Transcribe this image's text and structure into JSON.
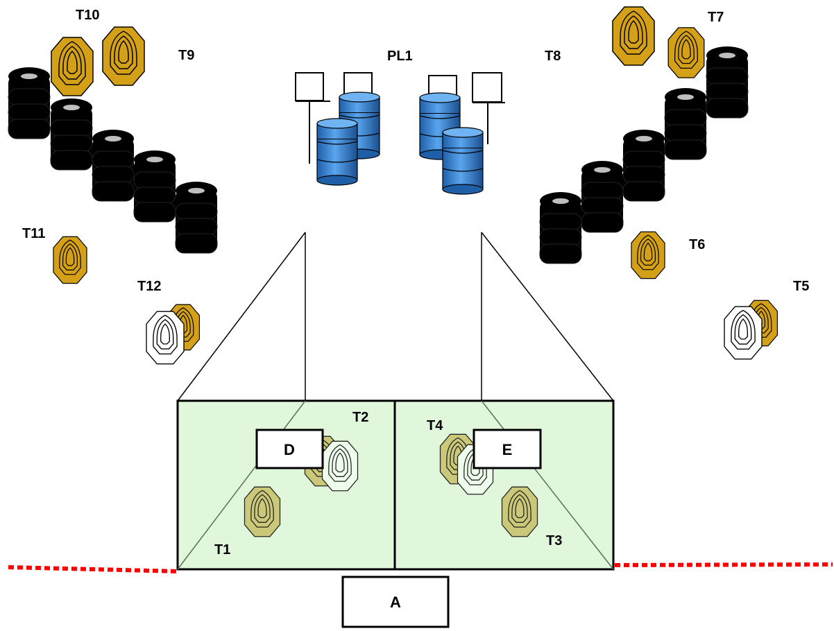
{
  "colors": {
    "target_fill": "#D4A017",
    "target_fill_faded": "#C9C06A",
    "target_stroke_faded": "#6F8A5A",
    "no_shoot_fill": "#FFFFFF",
    "barrel_blue": "#3F86D4",
    "tire_black": "#000000",
    "fault_line": "#FF0000",
    "window_fill": "#E1F7DC"
  },
  "labels": {
    "T1": "T1",
    "T2": "T2",
    "T3": "T3",
    "T4": "T4",
    "T5": "T5",
    "T6": "T6",
    "T7": "T7",
    "T8": "T8",
    "T9": "T9",
    "T10": "T10",
    "T11": "T11",
    "T12": "T12",
    "PL1": "PL1"
  },
  "boxes": {
    "D": "D",
    "E": "E",
    "A": "A"
  },
  "icons": [
    "steel-target-icon",
    "no-shoot-target-icon",
    "tire-stack-icon",
    "oil-barrel-icon",
    "popper-stand-icon"
  ]
}
